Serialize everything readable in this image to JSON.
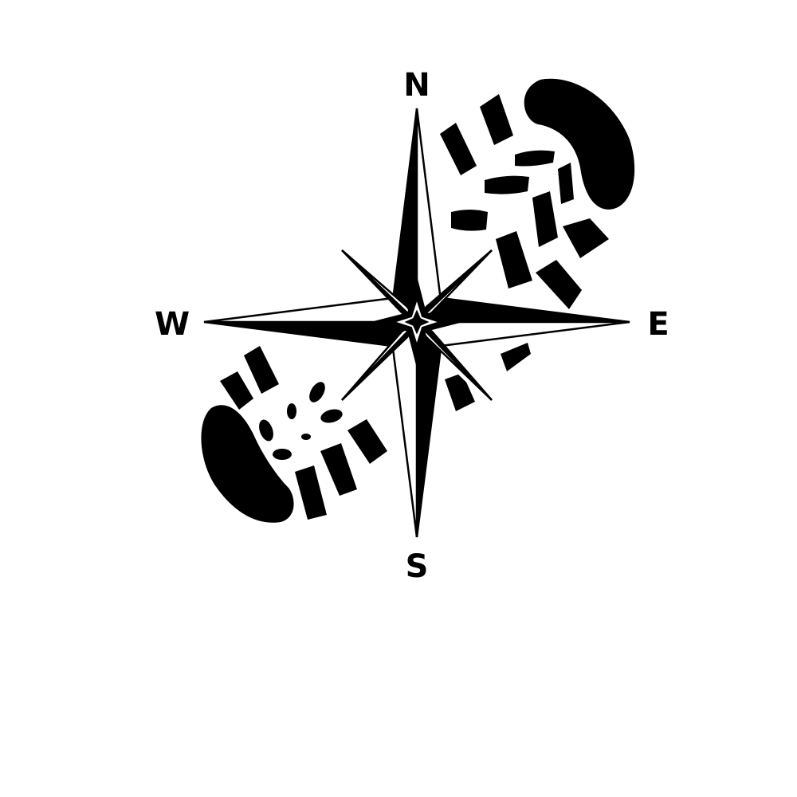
{
  "compass": {
    "north": "N",
    "east": "E",
    "south": "S",
    "west": "W"
  },
  "colors": {
    "ink": "#000000",
    "paper": "#ffffff"
  },
  "icons": {
    "rose": "compass-rose-icon",
    "upper_print": "boot-print-icon",
    "lower_print": "boot-print-icon"
  }
}
